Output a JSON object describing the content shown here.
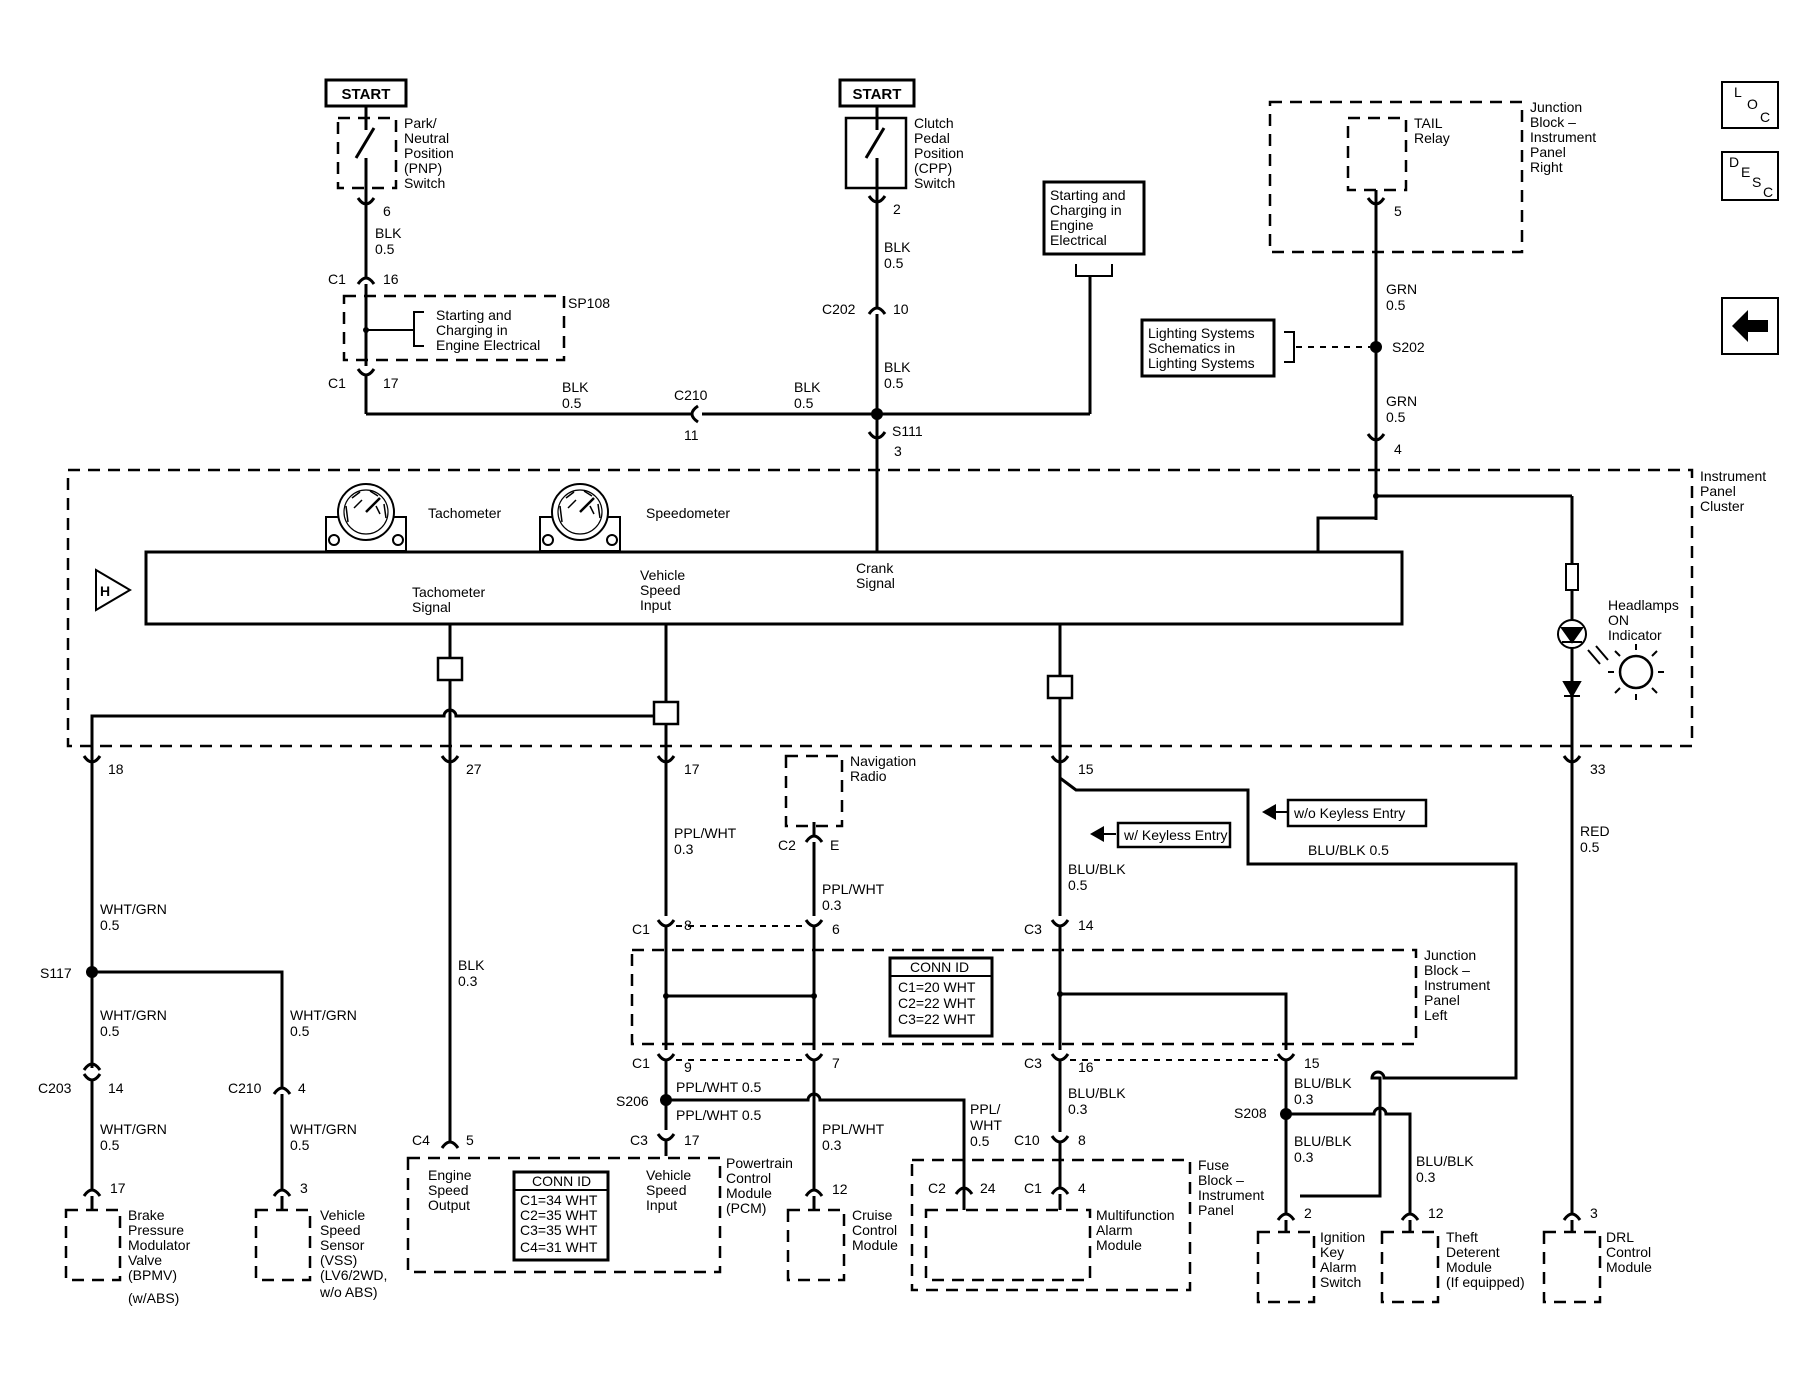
{
  "nav": {
    "loc": [
      "L",
      "O",
      "C"
    ],
    "desc": [
      "D",
      "E",
      "S",
      "C"
    ]
  },
  "start_labels": {
    "left": "START",
    "mid": "START"
  },
  "pnp": [
    "Park/",
    "Neutral",
    "Position",
    "(PNP)",
    "Switch"
  ],
  "cpp": [
    "Clutch",
    "Pedal",
    "Position",
    "(CPP)",
    "Switch"
  ],
  "ref_start_charging": [
    "Starting and",
    "Charging in",
    "Engine",
    "Electrical"
  ],
  "sp108_box": [
    "Starting and",
    "Charging in",
    "Engine Electrical"
  ],
  "sp108": "SP108",
  "lighting_ref": [
    "Lighting Systems",
    "Schematics in",
    "Lighting Systems"
  ],
  "jb_ip_right": [
    "Junction",
    "Block –",
    "Instrument",
    "Panel",
    "Right"
  ],
  "tail_relay": [
    "TAIL",
    "Relay"
  ],
  "top": {
    "pin_pnp": "6",
    "wire_pnp": [
      "BLK",
      "0.5"
    ],
    "c1a": "C1",
    "c1a_pin": "16",
    "c1b": "C1",
    "c1b_pin": "17",
    "wire_left_bus": [
      "BLK",
      "0.5"
    ],
    "c210": "C210",
    "c210_pin": "11",
    "wire_mid_bus": [
      "BLK",
      "0.5"
    ],
    "pin_cpp": "2",
    "wire_cpp": [
      "BLK",
      "0.5"
    ],
    "c202": "C202",
    "c202_pin": "10",
    "wire_s111": [
      "BLK",
      "0.5"
    ],
    "s111": "S111",
    "s111_pin": "3",
    "tail_pin": "5",
    "wire_tail": [
      "GRN",
      "0.5"
    ],
    "s202": "S202",
    "wire_s202": [
      "GRN",
      "0.5"
    ],
    "ipc_pin4": "4"
  },
  "ipc": {
    "label": [
      "Instrument",
      "Panel",
      "Cluster"
    ],
    "tach": "Tachometer",
    "speedo": "Speedometer",
    "tach_signal": [
      "Tachometer",
      "Signal"
    ],
    "vss_input": [
      "Vehicle",
      "Speed",
      "Input"
    ],
    "crank": [
      "Crank",
      "Signal"
    ],
    "headlamp": [
      "Headlamps",
      "ON",
      "Indicator"
    ],
    "h": "H"
  },
  "bottom": {
    "p18": "18",
    "p27": "27",
    "p17": "17",
    "p15": "15",
    "p33": "33",
    "w18": [
      "WHT/GRN",
      "0.5"
    ],
    "s117": "S117",
    "w_s117a": [
      "WHT/GRN",
      "0.5"
    ],
    "w_s117b": [
      "WHT/GRN",
      "0.5"
    ],
    "c203": "C203",
    "c203_pin": "14",
    "c210b": "C210",
    "c210b_pin": "4",
    "w_bpmv": [
      "WHT/GRN",
      "0.5"
    ],
    "w_vss": [
      "WHT/GRN",
      "0.5"
    ],
    "bpmv_pin": "17",
    "vss_pin": "3",
    "bpmv": [
      "Brake",
      "Pressure",
      "Modulator",
      "Valve",
      "(BPMV)",
      "(w/ABS)"
    ],
    "vss": [
      "Vehicle",
      "Speed",
      "Sensor",
      "(VSS)",
      "(LV6/2WD,",
      "w/o ABS)"
    ],
    "w27": [
      "BLK",
      "0.3"
    ],
    "c4": "C4",
    "c4_pin": "5",
    "w17": [
      "PPL/WHT",
      "0.3"
    ],
    "nav_radio": [
      "Navigation",
      "Radio"
    ],
    "c2e": "C2",
    "c2e_pin": "E",
    "w_nav": [
      "PPL/WHT",
      "0.3"
    ],
    "c1_8": "C1",
    "pin8": "8",
    "pin6": "6",
    "conn_top": [
      "CONN ID",
      "C1=20 WHT",
      "C2=22 WHT",
      "C3=22 WHT"
    ],
    "jb_left": [
      "Junction",
      "Block –",
      "Instrument",
      "Panel",
      "Left"
    ],
    "c1_9": "C1",
    "pin9": "9",
    "pin7": "7",
    "s206": "S206",
    "w_s206a": "PPL/WHT 0.5",
    "w_s206b": "PPL/WHT 0.5",
    "c3_17": "C3",
    "pin3_17": "17",
    "w_cruise": [
      "PPL/WHT",
      "0.3"
    ],
    "w_c2": [
      "PPL/",
      "WHT",
      "0.5"
    ],
    "pcm_conn": [
      "CONN ID",
      "C1=34 WHT",
      "C2=35 WHT",
      "C3=35 WHT",
      "C4=31 WHT"
    ],
    "eng_speed": [
      "Engine",
      "Speed",
      "Output"
    ],
    "veh_speed": [
      "Vehicle",
      "Speed",
      "Input"
    ],
    "pcm": [
      "Powertrain",
      "Control",
      "Module",
      "(PCM)"
    ],
    "cruise_pin": "12",
    "cruise": [
      "Cruise",
      "Control",
      "Module"
    ],
    "c2_24": "C2",
    "pin24": "24",
    "c1_4": "C1",
    "pin4": "4",
    "alarm": [
      "Multifunction",
      "Alarm",
      "Module"
    ],
    "fuse_block": [
      "Fuse",
      "Block –",
      "Instrument",
      "Panel"
    ],
    "keyless": "w/ Keyless Entry",
    "no_keyless": "w/o Keyless Entry",
    "w_15": [
      "BLU/BLK",
      "0.5"
    ],
    "w_nokey": "BLU/BLK 0.5",
    "c3_14": "C3",
    "pin14": "14",
    "c3_16": "C3",
    "pin16": "16",
    "pin15b": "15",
    "w_c10": [
      "BLU/BLK",
      "0.3"
    ],
    "c10": "C10",
    "c10_pin": "8",
    "w_s208": [
      "BLU/BLK",
      "0.3"
    ],
    "s208": "S208",
    "w_ign": [
      "BLU/BLK",
      "0.3"
    ],
    "w_theft": [
      "BLU/BLK",
      "0.3"
    ],
    "ign_pin": "2",
    "theft_pin": "12",
    "ign": [
      "Ignition",
      "Key",
      "Alarm",
      "Switch"
    ],
    "theft": [
      "Theft",
      "Deterent",
      "Module",
      "(If equipped)"
    ],
    "w33": [
      "RED",
      "0.5"
    ],
    "drl_pin": "3",
    "drl": [
      "DRL",
      "Control",
      "Module"
    ]
  }
}
